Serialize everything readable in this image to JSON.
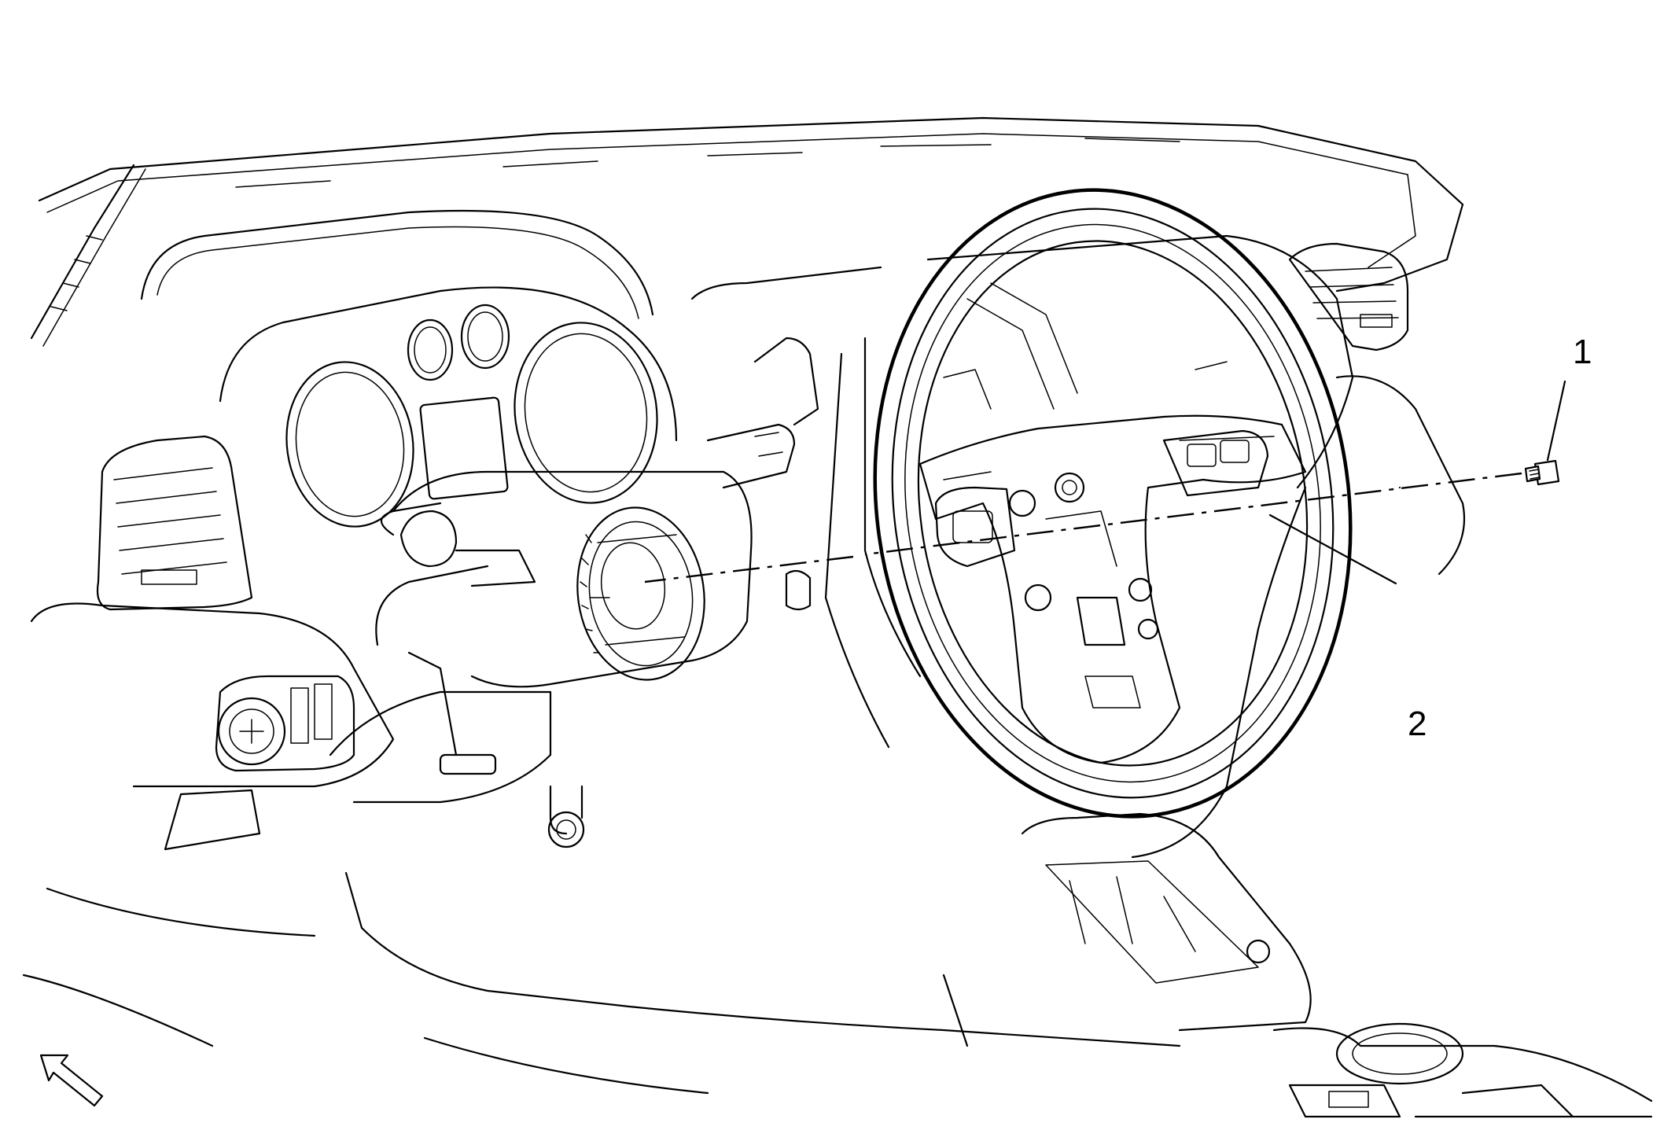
{
  "figure": {
    "callouts": [
      {
        "id": "1",
        "label": "1"
      },
      {
        "id": "2",
        "label": "2"
      }
    ],
    "orientation_arrow_icon": "front-of-vehicle-arrow-icon",
    "line_color": "#000000",
    "background_color": "#ffffff"
  }
}
